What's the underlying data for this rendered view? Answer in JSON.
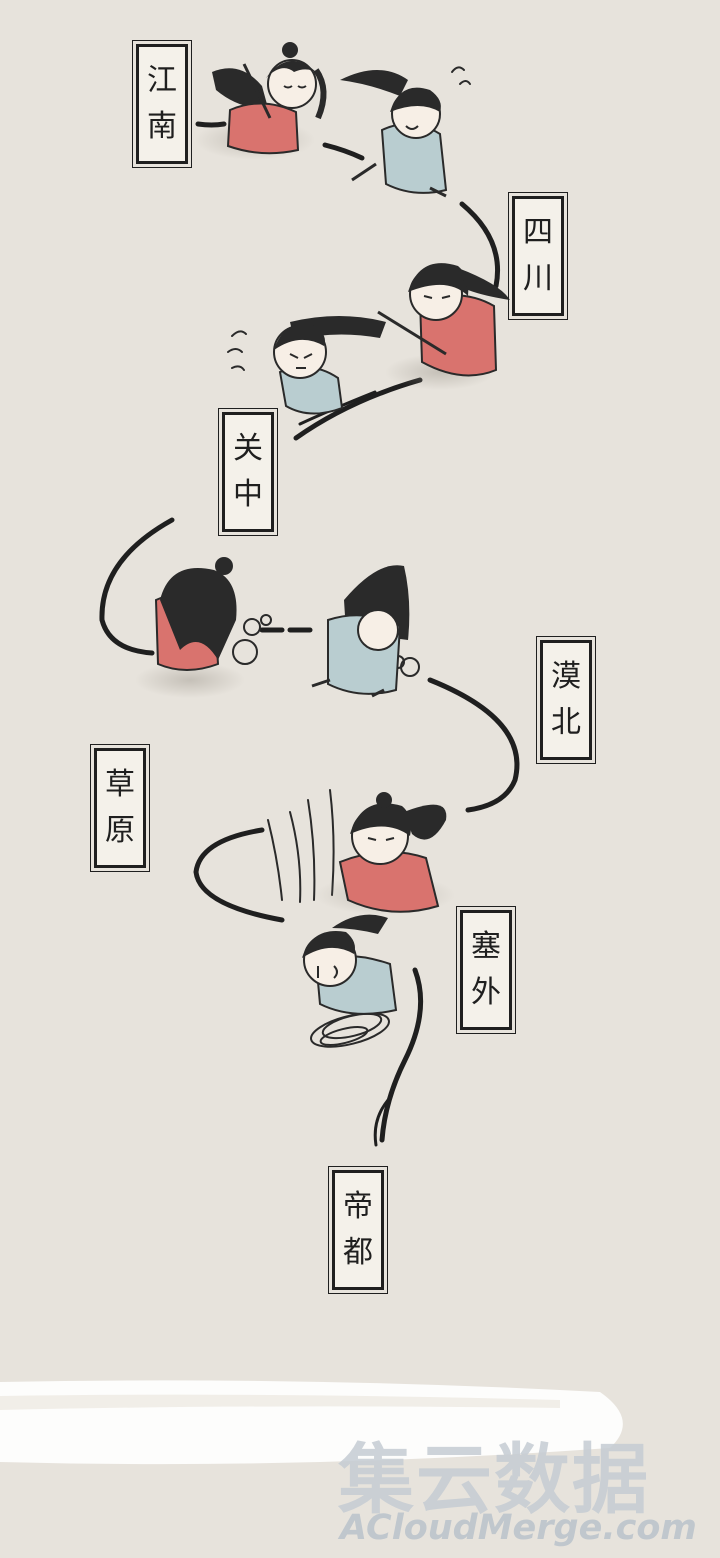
{
  "places": [
    {
      "id": "jiangnan",
      "chars": [
        "江",
        "南"
      ]
    },
    {
      "id": "sichuan",
      "chars": [
        "四",
        "川"
      ]
    },
    {
      "id": "guanzhong",
      "chars": [
        "关",
        "中"
      ]
    },
    {
      "id": "mobei",
      "chars": [
        "漠",
        "北"
      ]
    },
    {
      "id": "caoyuan",
      "chars": [
        "草",
        "原"
      ]
    },
    {
      "id": "saiwai",
      "chars": [
        "塞",
        "外"
      ]
    },
    {
      "id": "didu",
      "chars": [
        "帝",
        "都"
      ]
    }
  ],
  "watermark": {
    "cn": "集云数据",
    "en": "ACloudMerge.com"
  },
  "colors": {
    "paper": "#e7e3dc",
    "ink": "#1f1f1f",
    "red_robe": "#d9736e",
    "blue_robe": "#b9cdd0",
    "hair": "#2a2a2a",
    "skin": "#f7efe6"
  }
}
